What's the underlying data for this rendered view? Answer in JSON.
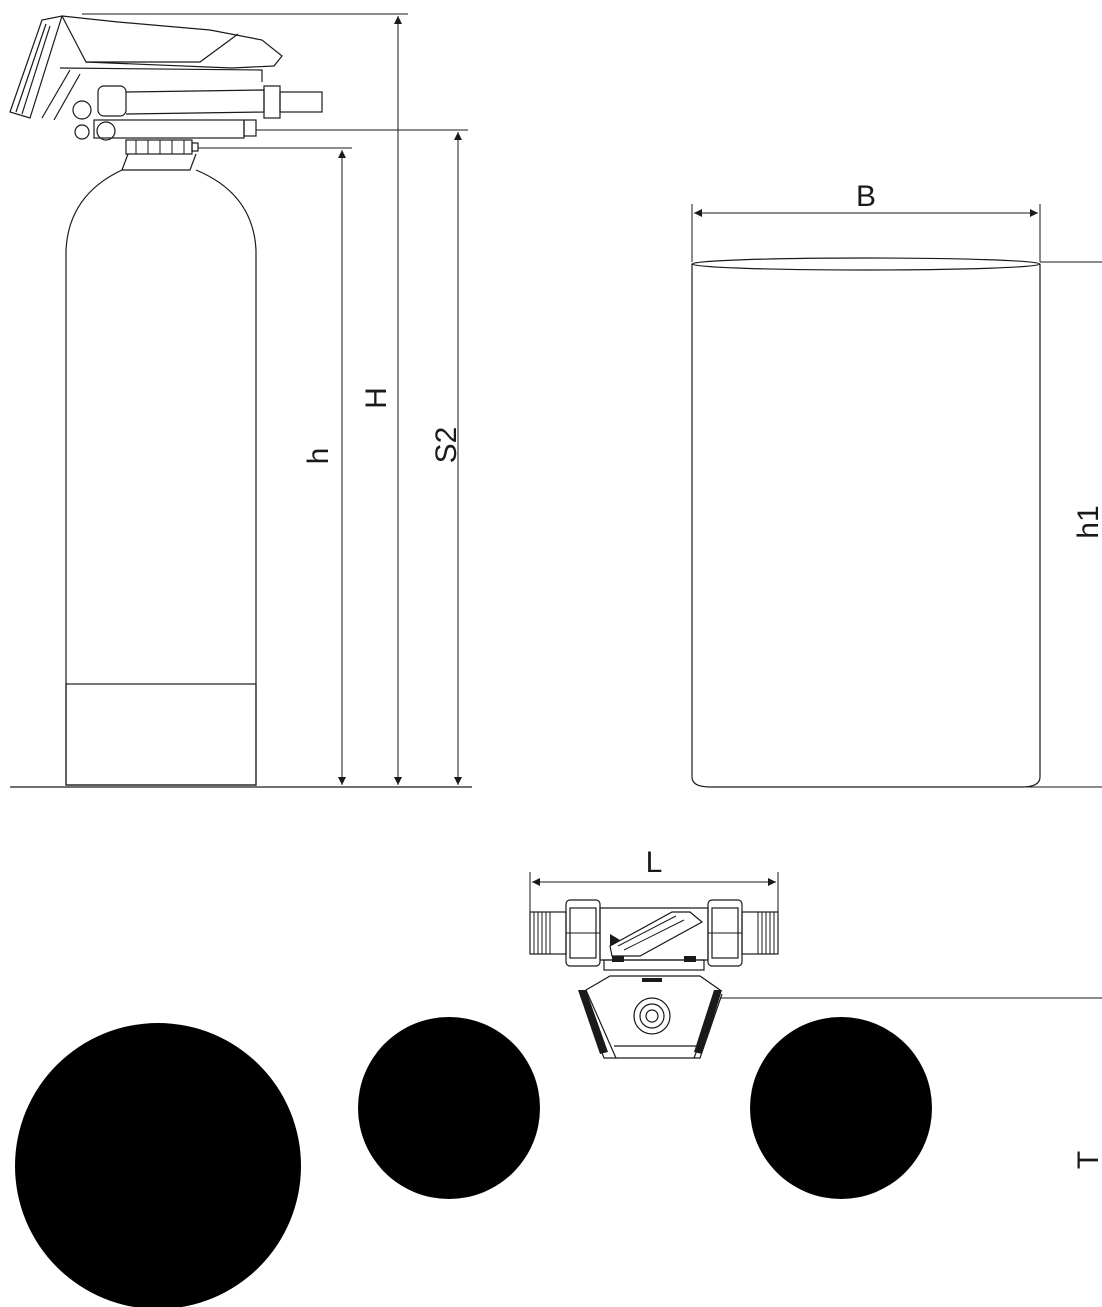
{
  "labels": {
    "h": "h",
    "H": "H",
    "S2": "S2",
    "B": "B",
    "h1": "h1",
    "L": "L",
    "T": "T"
  },
  "colors": {
    "ink": "#1a1a1a",
    "blob": "#000000",
    "background": "#ffffff"
  }
}
